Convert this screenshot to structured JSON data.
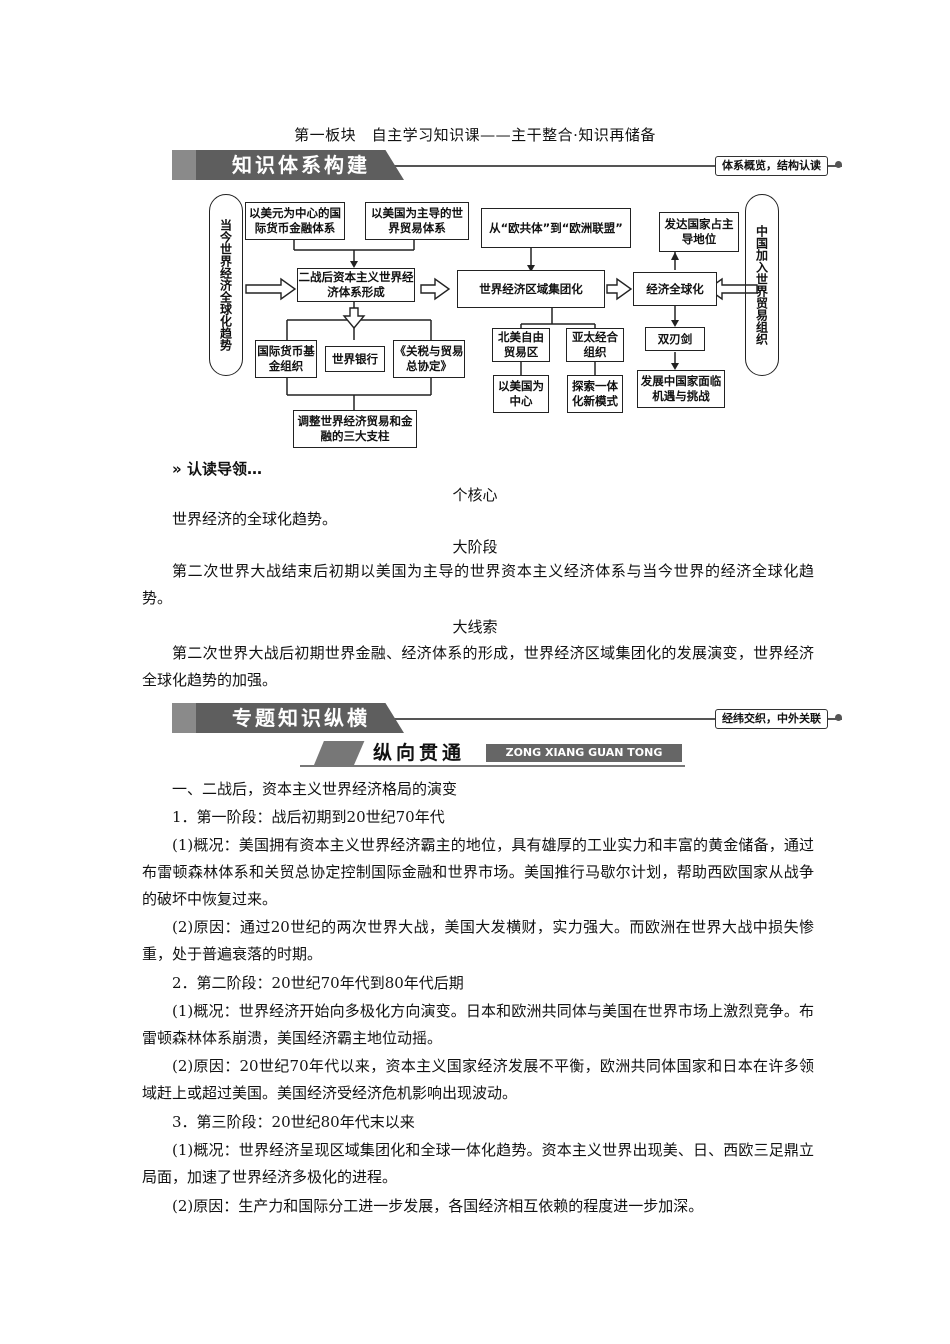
{
  "page_title": "第一板块　自主学习知识课——主干整合·知识再储备",
  "banner1": {
    "title": "知识体系构建",
    "tag": "体系概览，结构认读"
  },
  "diagram": {
    "left_oval": "当今世界经济全球化趋势",
    "right_oval": "中国加入世界贸易组织",
    "box_finance": "以美元为中心的国际货币金融体系",
    "box_trade": "以美国为主导的世界贸易体系",
    "box_ec_eu": "从“欧共体”到“欧洲联盟”",
    "box_dev": "发达国家占主导地位",
    "box_postwar": "二战后资本主义世界经济体系形成",
    "box_regional": "世界经济区域集团化",
    "box_global": "经济全球化",
    "box_imf": "国际货币基金组织",
    "box_wb": "世界银行",
    "box_gatt": "《关税与贸易总协定》",
    "box_nafta": "北美自由贸易区",
    "box_apec": "亚太经合组织",
    "box_double": "双刃剑",
    "box_pillars": "调整世界经济贸易和金融的三大支柱",
    "box_us": "以美国为中心",
    "box_new": "探索一体化新模式",
    "box_develop": "发展中国家面临机遇与挑战"
  },
  "guide": {
    "head": "认读导领",
    "h1": "个核心",
    "p1": "世界经济的全球化趋势。",
    "h2": "大阶段",
    "p2": "第二次世界大战结束后初期以美国为主导的世界资本主义经济体系与当今世界的经济全球化趋势。",
    "h3": "大线索",
    "p3": "第二次世界大战后初期世界金融、经济体系的形成，世界经济区域集团化的发展演变，世界经济全球化趋势的加强。"
  },
  "banner2": {
    "title": "专题知识纵横",
    "tag": "经纬交织，中外关联"
  },
  "sub_banner": {
    "title": "纵向贯通",
    "en": "ZONG XIANG GUAN TONG"
  },
  "body": {
    "s1": "一、二战后，资本主义世界经济格局的演变",
    "s1_1": "1．第一阶段：战后初期到20世纪70年代",
    "s1_1a": "(1)概况：美国拥有资本主义世界经济霸主的地位，具有雄厚的工业实力和丰富的黄金储备，通过布雷顿森林体系和关贸总协定控制国际金融和世界市场。美国推行马歇尔计划，帮助西欧国家从战争的破坏中恢复过来。",
    "s1_1b": "(2)原因：通过20世纪的两次世界大战，美国大发横财，实力强大。而欧洲在世界大战中损失惨重，处于普遍衰落的时期。",
    "s1_2": "2．第二阶段：20世纪70年代到80年代后期",
    "s1_2a": "(1)概况：世界经济开始向多极化方向演变。日本和欧洲共同体与美国在世界市场上激烈竞争。布雷顿森林体系崩溃，美国经济霸主地位动摇。",
    "s1_2b": "(2)原因：20世纪70年代以来，资本主义国家经济发展不平衡，欧洲共同体国家和日本在许多领域赶上或超过美国。美国经济受经济危机影响出现波动。",
    "s1_3": "3．第三阶段：20世纪80年代末以来",
    "s1_3a": "(1)概况：世界经济呈现区域集团化和全球一体化趋势。资本主义世界出现美、日、西欧三足鼎立局面，加速了世界经济多极化的进程。",
    "s1_3b": "(2)原因：生产力和国际分工进一步发展，各国经济相互依赖的程度进一步加深。"
  }
}
